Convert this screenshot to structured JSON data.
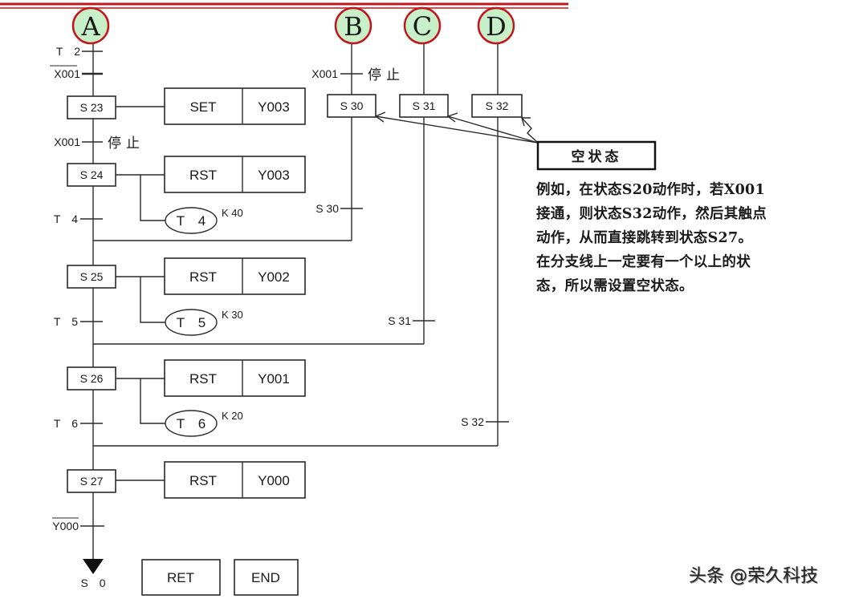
{
  "colors": {
    "header_line": "#c0161c",
    "circle_fill": "#c8f0c8",
    "circle_stroke": "#c0161c",
    "ink": "#1a1a1a"
  },
  "branches": [
    {
      "letter": "A",
      "label": "branch-a"
    },
    {
      "letter": "B",
      "label": "branch-b"
    },
    {
      "letter": "C",
      "label": "branch-c"
    },
    {
      "letter": "D",
      "label": "branch-d"
    }
  ],
  "main_line": {
    "transitions": {
      "t2": "T　2",
      "x001_bar": "X001",
      "x001_stop": "X001",
      "stop_label": "停止",
      "t4": "T　4",
      "t5": "T　5",
      "t6": "T　6",
      "y000_bar": "Y000"
    },
    "steps": [
      {
        "state": "S 23",
        "instr": "SET",
        "operand": "Y003"
      },
      {
        "state": "S 24",
        "instr": "RST",
        "operand": "Y003",
        "timer": "T　4",
        "k": "K 40"
      },
      {
        "state": "S 25",
        "instr": "RST",
        "operand": "Y002",
        "timer": "T　5",
        "k": "K 30"
      },
      {
        "state": "S 26",
        "instr": "RST",
        "operand": "Y001",
        "timer": "T　6",
        "k": "K 20"
      },
      {
        "state": "S 27",
        "instr": "RST",
        "operand": "Y000"
      }
    ],
    "jump_target": "S　0",
    "ret_label": "RET",
    "end_label": "END"
  },
  "branch_states": {
    "b_transition": "X001",
    "b_stop_label": "停止",
    "s30": "S 30",
    "s31": "S 31",
    "s32": "S 32",
    "s30_exit": "S 30",
    "s31_exit": "S 31",
    "s32_exit": "S 32"
  },
  "callout": {
    "title": "空状态",
    "lines": [
      "例如，在状态S20动作时，若X001",
      "接通，则状态S32动作，然后其触点",
      "动作，从而直接跳转到状态S27。",
      "在分支线上一定要有一个以上的状",
      "态，所以需设置空状态。"
    ]
  },
  "watermark": "头条 @荣久科技"
}
